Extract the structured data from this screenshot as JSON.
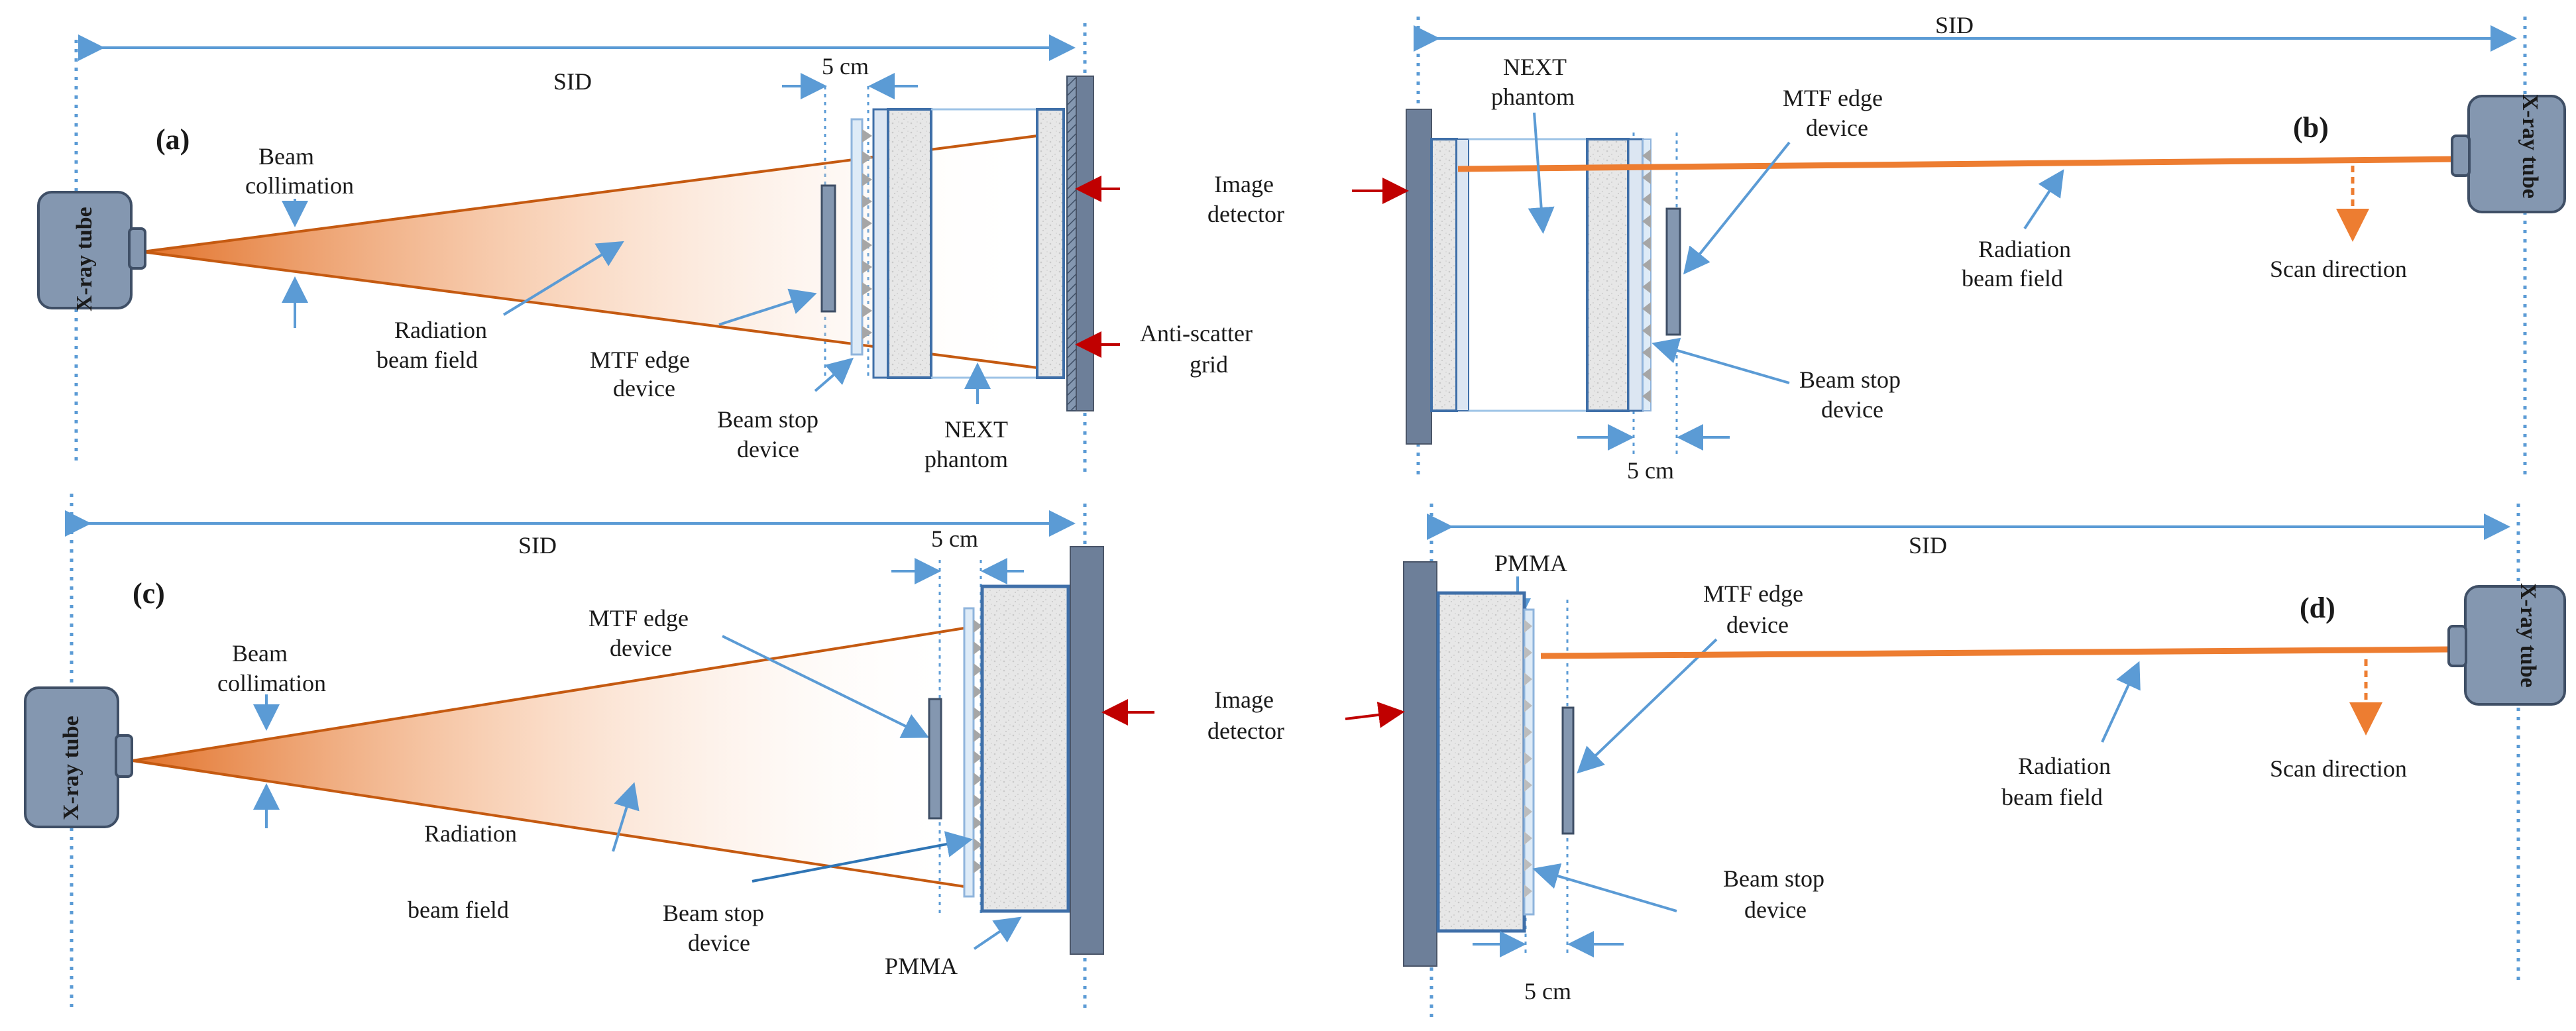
{
  "colors": {
    "blue_arrow": "#5b9bd5",
    "red_arrow": "#c00000",
    "orange_beam": "#ed7d31",
    "beam_line_dark": "#c55a11",
    "tube_fill": "#8497b0",
    "detector_fill": "#6d7f99"
  },
  "panel_a": {
    "letter": "(a)",
    "sid": "SID",
    "five_cm": "5 cm",
    "tube": "X-ray tube",
    "beam_collimation_1": "Beam",
    "beam_collimation_2": "collimation",
    "radiation_1": "Radiation",
    "radiation_2": "beam field",
    "mtf_1": "MTF edge",
    "mtf_2": "device",
    "beamstop_1": "Beam stop",
    "beamstop_2": "device",
    "phantom_1": "NEXT",
    "phantom_2": "phantom",
    "grid_1": "Anti-scatter",
    "grid_2": "grid"
  },
  "panel_b": {
    "letter": "(b)",
    "sid": "SID",
    "five_cm": "5 cm",
    "tube": "X-ray tube",
    "detector_1": "Image",
    "detector_2": "detector",
    "phantom_1": "NEXT",
    "phantom_2": "phantom",
    "mtf_1": "MTF edge",
    "mtf_2": "device",
    "radiation_1": "Radiation",
    "radiation_2": "beam field",
    "scan": "Scan direction",
    "beamstop_1": "Beam stop",
    "beamstop_2": "device"
  },
  "panel_c": {
    "letter": "(c)",
    "sid": "SID",
    "five_cm": "5 cm",
    "tube": "X-ray tube",
    "beam_collimation_1": "Beam",
    "beam_collimation_2": "collimation",
    "mtf_1": "MTF edge",
    "mtf_2": "device",
    "radiation_1": "Radiation",
    "radiation_2": "beam field",
    "beamstop_1": "Beam stop",
    "beamstop_2": "device",
    "pmma": "PMMA"
  },
  "panel_d": {
    "letter": "(d)",
    "sid": "SID",
    "five_cm": "5 cm",
    "tube": "X-ray tube",
    "pmma": "PMMA",
    "detector_1": "Image",
    "detector_2": "detector",
    "mtf_1": "MTF edge",
    "mtf_2": "device",
    "radiation_1": "Radiation",
    "radiation_2": "beam field",
    "scan": "Scan direction",
    "beamstop_1": "Beam stop",
    "beamstop_2": "device"
  }
}
